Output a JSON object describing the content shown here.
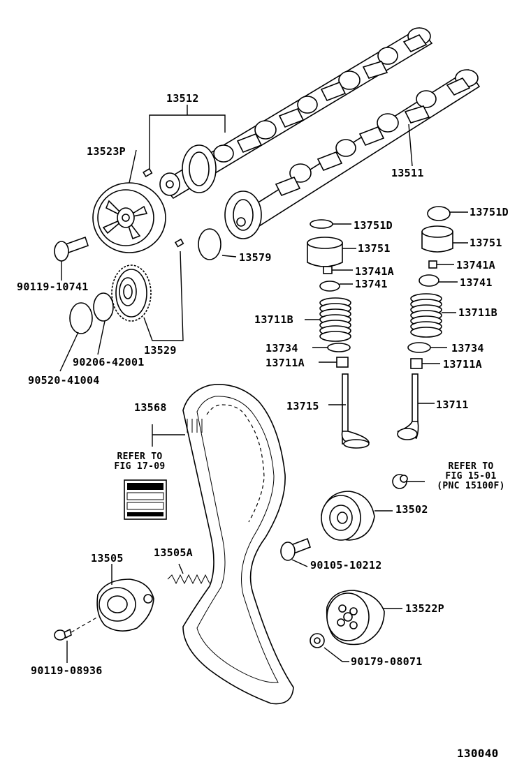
{
  "labels": {
    "p13512": "13512",
    "p13523P": "13523P",
    "p13511": "13511",
    "p13751D_a": "13751D",
    "p13751D_b": "13751D",
    "p13751_a": "13751",
    "p13751_b": "13751",
    "p13741A_a": "13741A",
    "p13741A_b": "13741A",
    "p13741_a": "13741",
    "p13741_b": "13741",
    "p13711B_a": "13711B",
    "p13711B_b": "13711B",
    "p13734_a": "13734",
    "p13734_b": "13734",
    "p13711A_a": "13711A",
    "p13711A_b": "13711A",
    "p13715": "13715",
    "p13711": "13711",
    "p13579": "13579",
    "p90119_10741": "90119-10741",
    "p90206_42001": "90206-42001",
    "p13529": "13529",
    "p90520_41004": "90520-41004",
    "p13568": "13568",
    "refer1": "REFER TO\nFIG 17-09",
    "refer2": "REFER TO\nFIG 15-01\n(PNC 15100F)",
    "p13502": "13502",
    "p90105_10212": "90105-10212",
    "p13505": "13505",
    "p13505A": "13505A",
    "p13522P": "13522P",
    "p90119_08936": "90119-08936",
    "p90179_08071": "90179-08071",
    "figure_no": "130040"
  }
}
